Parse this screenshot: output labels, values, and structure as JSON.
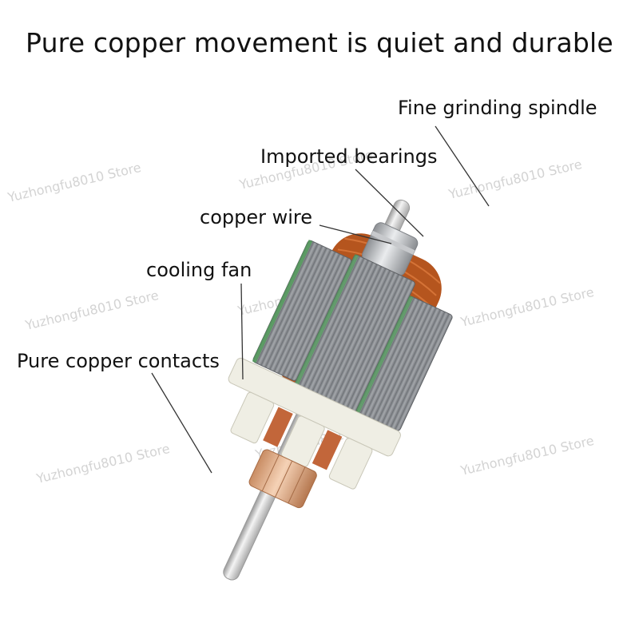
{
  "header": {
    "title": "Pure copper movement is quiet and durable"
  },
  "callouts": {
    "spindle": "Fine grinding spindle",
    "bearings": "Imported bearings",
    "wire": "copper wire",
    "fan": "cooling fan",
    "contacts": "Pure copper contacts"
  },
  "watermark": {
    "text": "Yuzhongfu8010 Store"
  },
  "colors": {
    "copper": "#b5551e",
    "steel_lamination": "#8e9196",
    "commutator": "#e3b58f",
    "nylon": "#efeee4",
    "shaft": "#dcdcdc"
  }
}
